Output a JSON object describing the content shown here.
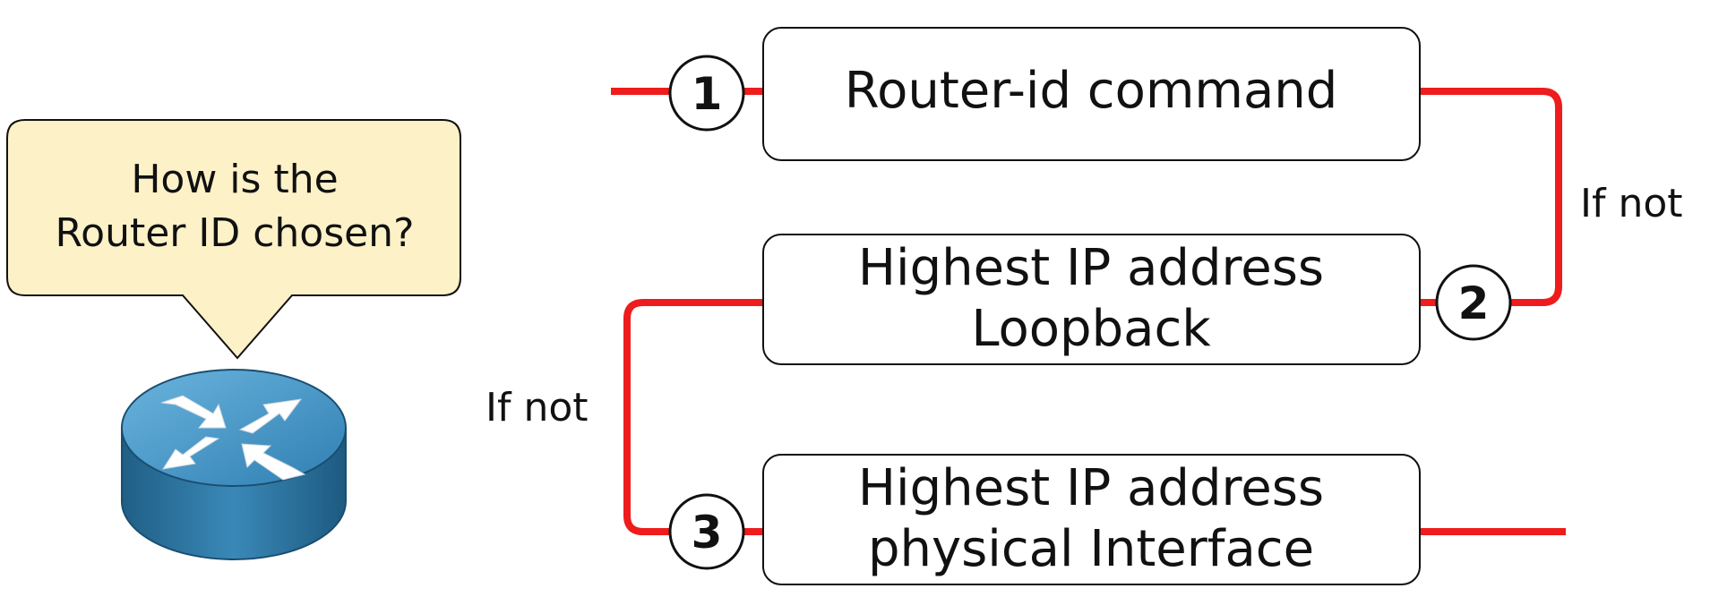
{
  "speech_bubble": {
    "line1": "How is the",
    "line2": "Router ID chosen?"
  },
  "router_icon": "router-icon",
  "steps": [
    {
      "number": "1",
      "lines": [
        "Router-id command"
      ]
    },
    {
      "number": "2",
      "lines": [
        "Highest IP address",
        "Loopback"
      ]
    },
    {
      "number": "3",
      "lines": [
        "Highest IP address",
        "physical Interface"
      ]
    }
  ],
  "connector_labels": {
    "right": "If not",
    "left": "If not"
  },
  "colors": {
    "line": "#ee1c1c",
    "bubble_fill": "#fdf1c7",
    "router_top": "#3f8fc0",
    "router_side": "#2a6f98"
  }
}
